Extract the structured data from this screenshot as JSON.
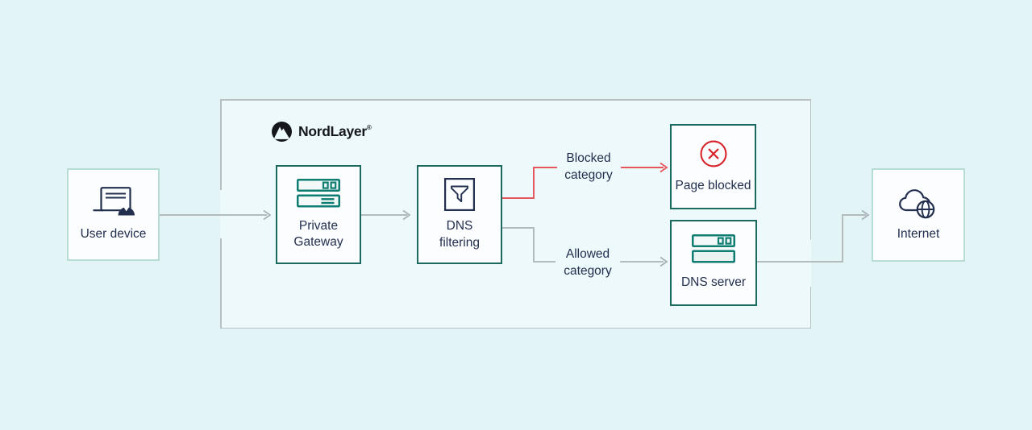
{
  "brand": {
    "name": "NordLayer",
    "trademark": "®",
    "logo_icon": "nord-mountain-logo-icon"
  },
  "nodes": {
    "user_device": {
      "label": "User device",
      "icon": "device-icon"
    },
    "private_gateway": {
      "label": "Private\nGateway",
      "icon": "server-icon"
    },
    "dns_filtering": {
      "label": "DNS\nfiltering",
      "icon": "filter-icon"
    },
    "page_blocked": {
      "label": "Page blocked",
      "icon": "circle-x-icon"
    },
    "dns_server": {
      "label": "DNS server",
      "icon": "server-icon"
    },
    "internet": {
      "label": "Internet",
      "icon": "cloud-globe-icon"
    }
  },
  "edges": {
    "user_device_to_gateway": {
      "label": ""
    },
    "gateway_to_dns": {
      "label": ""
    },
    "blocked": {
      "label": "Blocked\ncategory",
      "color": "#e4575e"
    },
    "allowed": {
      "label": "Allowed\ncategory",
      "color": "#b3bbbe"
    },
    "dns_server_to_internet": {
      "label": ""
    }
  },
  "colors": {
    "background": "#e3f4f7",
    "frame_fill": "#eef9fb",
    "frame_border": "#b9c0c3",
    "node_fill": "#fbfdfe",
    "inner_node_border": "#1a6a60",
    "outer_node_border": "#b7dbd5",
    "connector_gray": "#b3bbbe",
    "blocked_red": "#e4575e",
    "icon_red": "#d8232b",
    "icon_teal": "#0f7d71",
    "text_navy": "#232f4e",
    "brand_black": "#15171c"
  }
}
